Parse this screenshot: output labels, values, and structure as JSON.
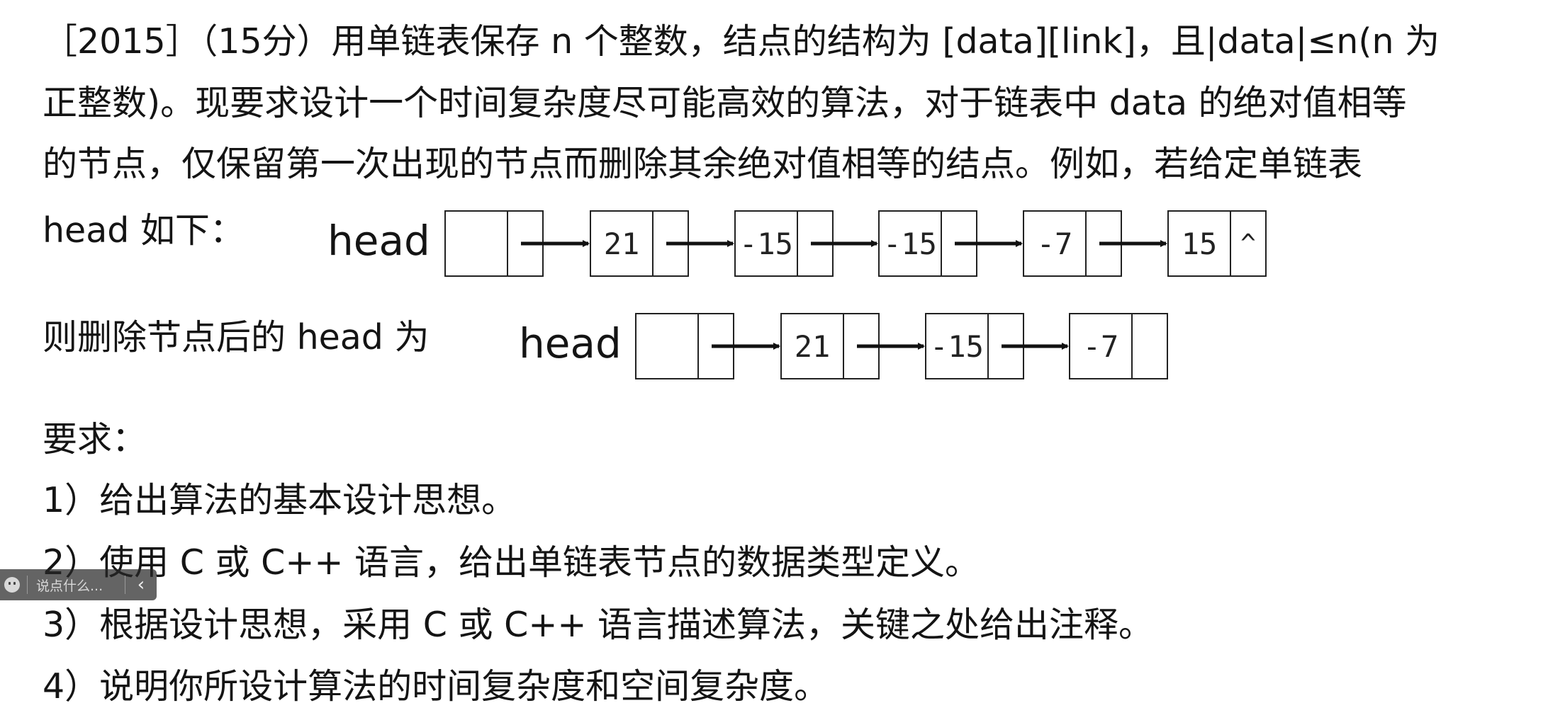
{
  "problem": {
    "line1": "［2015］（15分）用单链表保存 n 个整数，结点的结构为 [data][link]，且|data|≤n(n 为",
    "line2": "正整数)。现要求设计一个时间复杂度尽可能高效的算法，对于链表中 data 的绝对值相等",
    "line3": "的节点，仅保留第一次出现的节点而删除其余绝对值相等的结点。例如，若给定单链表",
    "line4": "head 如下：",
    "line5": "则删除节点后的 head 为",
    "requirements_title": "要求：",
    "req1": "1）给出算法的基本设计思想。",
    "req2": "2）使用 C 或 C++ 语言，给出单链表节点的数据类型定义。",
    "req3": "3）根据设计思想，采用 C 或 C++ 语言描述算法，关键之处给出注释。",
    "req4": "4）说明你所设计算法的时间复杂度和空间复杂度。"
  },
  "diagram": {
    "head_label": "head",
    "list_before": [
      {
        "data": "",
        "link": ""
      },
      {
        "data": "21",
        "link": ""
      },
      {
        "data": "-15",
        "link": ""
      },
      {
        "data": "-15",
        "link": ""
      },
      {
        "data": "-7",
        "link": ""
      },
      {
        "data": "15",
        "link": "^"
      }
    ],
    "list_after": [
      {
        "data": "",
        "link": ""
      },
      {
        "data": "21",
        "link": ""
      },
      {
        "data": "-15",
        "link": ""
      },
      {
        "data": "-7",
        "link": ""
      }
    ]
  },
  "comment_bar": {
    "placeholder": "说点什么...",
    "collapse_glyph": "‹"
  }
}
